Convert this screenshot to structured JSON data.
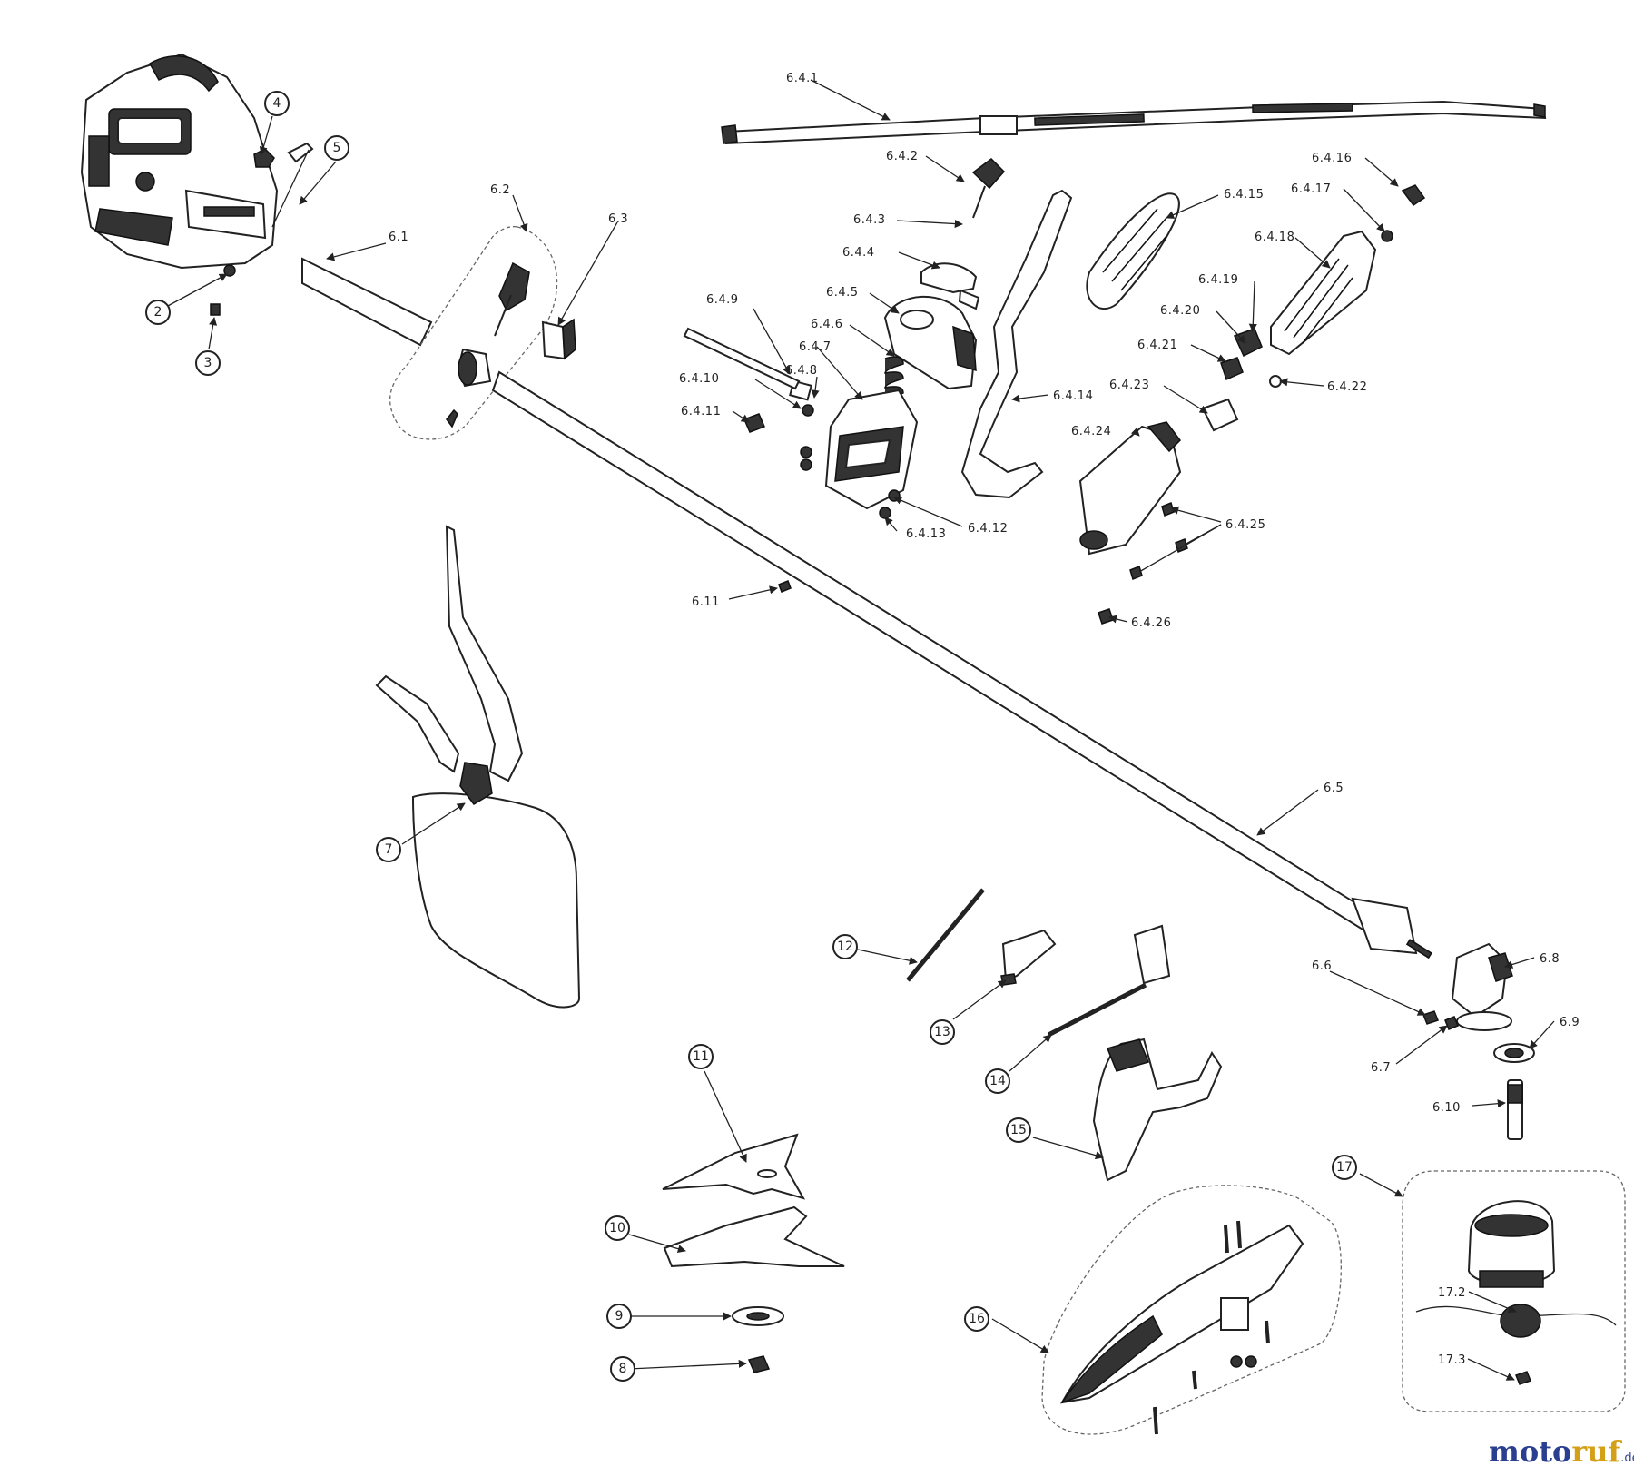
{
  "labels": {
    "l_6_4_1": "6.4.1",
    "l_6_4_2": "6.4.2",
    "l_6_4_3": "6.4.3",
    "l_6_4_4": "6.4.4",
    "l_6_4_5": "6.4.5",
    "l_6_4_6": "6.4.6",
    "l_6_4_7": "6.4.7",
    "l_6_4_8": "6.4.8",
    "l_6_4_9": "6.4.9",
    "l_6_4_10": "6.4.10",
    "l_6_4_11": "6.4.11",
    "l_6_4_12": "6.4.12",
    "l_6_4_13": "6.4.13",
    "l_6_4_14": "6.4.14",
    "l_6_4_15": "6.4.15",
    "l_6_4_16": "6.4.16",
    "l_6_4_17": "6.4.17",
    "l_6_4_18": "6.4.18",
    "l_6_4_19": "6.4.19",
    "l_6_4_20": "6.4.20",
    "l_6_4_21": "6.4.21",
    "l_6_4_22": "6.4.22",
    "l_6_4_23": "6.4.23",
    "l_6_4_24": "6.4.24",
    "l_6_4_25": "6.4.25",
    "l_6_4_26": "6.4.26",
    "l_6_1": "6.1",
    "l_6_2": "6.2",
    "l_6_3": "6.3",
    "l_6_5": "6.5",
    "l_6_6": "6.6",
    "l_6_7": "6.7",
    "l_6_8": "6.8",
    "l_6_9": "6.9",
    "l_6_10": "6.10",
    "l_6_11": "6.11",
    "l_17_2": "17.2",
    "l_17_3": "17.3"
  },
  "callouts": {
    "c2": "2",
    "c3": "3",
    "c4": "4",
    "c5": "5",
    "c7": "7",
    "c8": "8",
    "c9": "9",
    "c10": "10",
    "c11": "11",
    "c12": "12",
    "c13": "13",
    "c14": "14",
    "c15": "15",
    "c16": "16",
    "c17": "17"
  },
  "watermark": {
    "part_a": "moto",
    "part_b": "ruf",
    "suffix": ".de"
  },
  "colors": {
    "ink": "#222222",
    "brand_blue": "#2a3f8f",
    "brand_gold": "#d4a017"
  }
}
